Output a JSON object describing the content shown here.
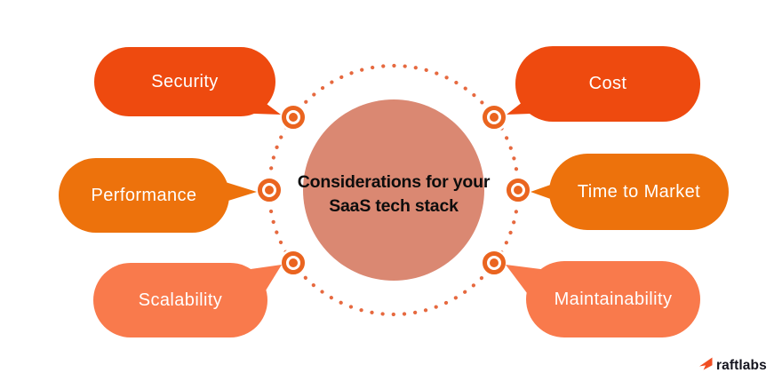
{
  "diagram": {
    "title_line1": "Considerations for your",
    "title_line2": "SaaS tech stack"
  },
  "bubbles": [
    {
      "label": "Security",
      "color": "#EE4A0F"
    },
    {
      "label": "Performance",
      "color": "#ED720C"
    },
    {
      "label": "Scalability",
      "color": "#F97A4C"
    },
    {
      "label": "Cost",
      "color": "#EE4A0F"
    },
    {
      "label": "Time to Market",
      "color": "#ED720C"
    },
    {
      "label": "Maintainability",
      "color": "#F97A4C"
    }
  ],
  "colors": {
    "background": "#FFFFFF",
    "center_circle": "#DA8872",
    "dot_ring": "#E6693F",
    "bullseye": "#EA641F",
    "bubble_text": "#FFFFFF",
    "title_text": "#0D0D0D",
    "logo_mark": "#F04E23",
    "logo_text": "#15151F"
  },
  "logo": {
    "text": "raftlabs"
  },
  "icons": {
    "connector": "bullseye-icon",
    "logo_mark": "arrow-mark-icon"
  }
}
